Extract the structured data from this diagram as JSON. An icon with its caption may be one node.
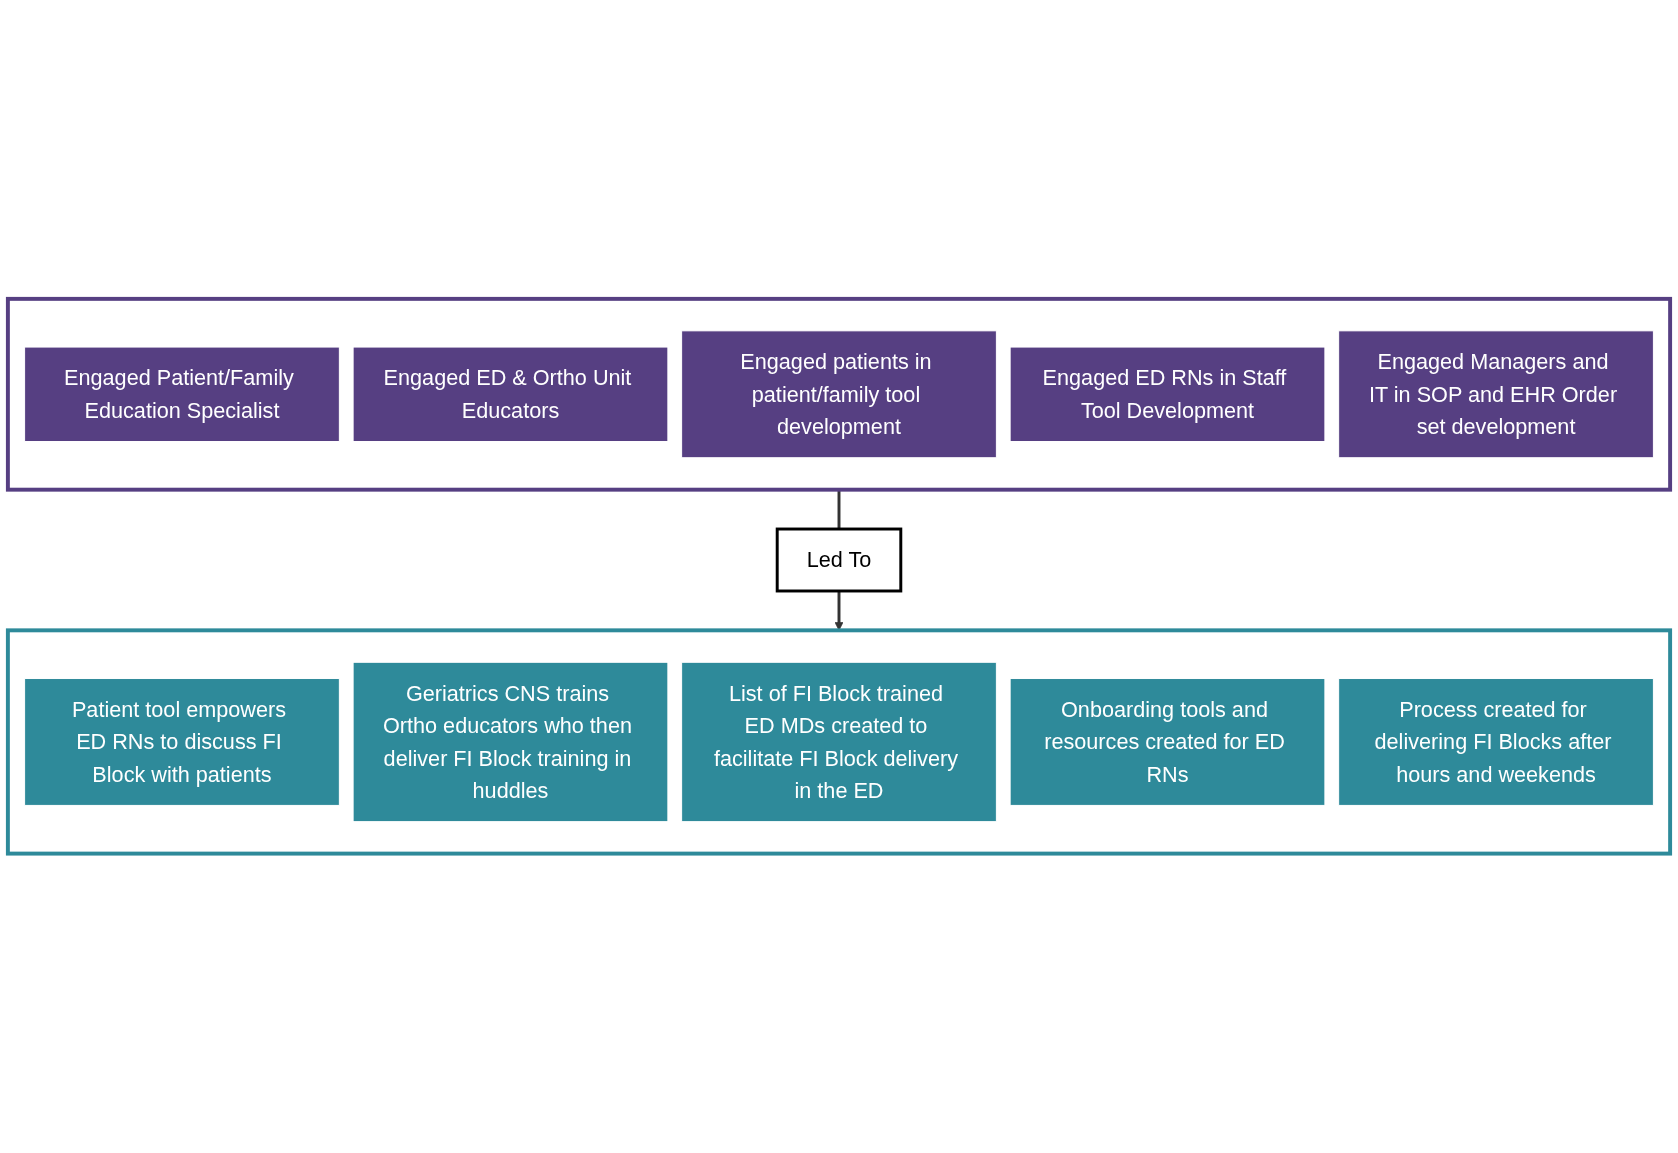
{
  "diagram": {
    "nodes": [
      {
        "text": [],
        "shape": "box"
      },
      {
        "text": [
          "Engaged Patient/Family Education Specialist"
        ],
        "in": 0
      },
      {
        "text": [
          "Engaged ED & Ortho Unit Educators"
        ],
        "in": 0
      },
      {
        "text": [
          "Engaged patients in patient/family tool development"
        ],
        "in": 0
      },
      {
        "text": [
          "Engaged ED RNs in Staff Tool Development"
        ],
        "in": 0
      },
      {
        "text": [
          "Engaged Managers and IT in SOP and EHR Order set development"
        ],
        "in": 0
      },
      {
        "text": [
          "Led To"
        ]
      },
      {
        "text": [],
        "shape": "box"
      },
      {
        "text": [
          "Patient tool empowers ED RNs to discuss FI Block with patients"
        ],
        "in": 7
      },
      {
        "text": [
          "Geriatrics CNS trains Ortho educators who then deliver FI Block training in huddles"
        ],
        "in": 7
      },
      {
        "text": [
          "List of FI Block trained ED MDs created to facilitate FI Block delivery in the ED"
        ],
        "in": 7
      },
      {
        "text": [
          "Onboarding tools and resources created for ED RNs"
        ],
        "in": 7
      },
      {
        "text": [
          "Process created for delivering FI Blocks after hours and weekends"
        ],
        "in": 7
      }
    ],
    "edges": [
      {
        "from": 0,
        "to": 6,
        "arrow": "none"
      },
      {
        "from": 6,
        "to": 7,
        "arrow": "to"
      }
    ]
  }
}
